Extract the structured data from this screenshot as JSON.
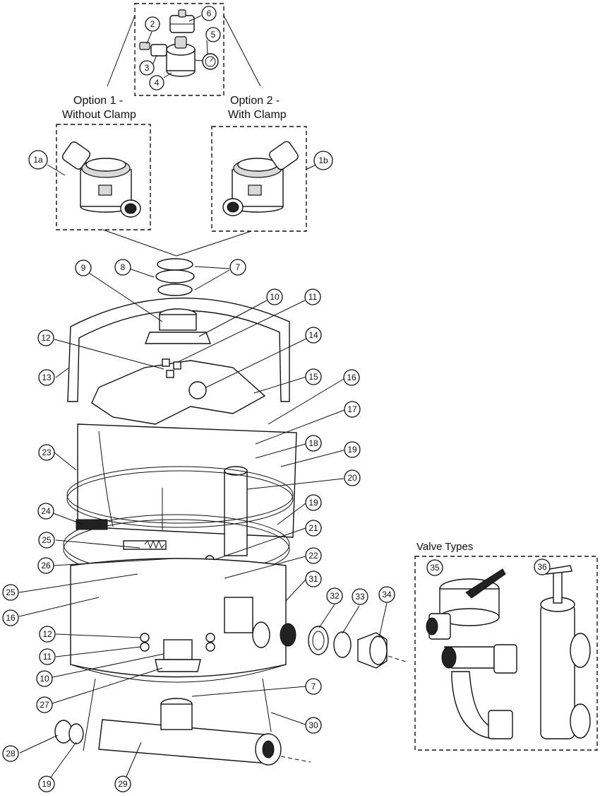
{
  "options": {
    "option1": {
      "line1": "Option 1 -",
      "line2": "Without Clamp"
    },
    "option2": {
      "line1": "Option 2 -",
      "line2": "With Clamp"
    }
  },
  "valve_types": {
    "title": "Valve Types"
  },
  "callouts": {
    "c1a": "1a",
    "c1b": "1b",
    "c2": "2",
    "c3": "3",
    "c4": "4",
    "c5": "5",
    "c6": "6",
    "c7a": "7",
    "c7b": "7",
    "c8": "8",
    "c9": "9",
    "c10a": "10",
    "c10b": "10",
    "c11a": "11",
    "c11b": "11",
    "c12a": "12",
    "c12b": "12",
    "c13": "13",
    "c14": "14",
    "c15": "15",
    "c16a": "16",
    "c16b": "16",
    "c17": "17",
    "c18": "18",
    "c19a": "19",
    "c19b": "19",
    "c19c": "19",
    "c20": "20",
    "c21": "21",
    "c22": "22",
    "c23": "23",
    "c24": "24",
    "c25a": "25",
    "c25b": "25",
    "c26": "26",
    "c27": "27",
    "c28": "28",
    "c29": "29",
    "c30": "30",
    "c31": "31",
    "c32": "32",
    "c33": "33",
    "c34": "34",
    "c35": "35",
    "c36": "36"
  }
}
